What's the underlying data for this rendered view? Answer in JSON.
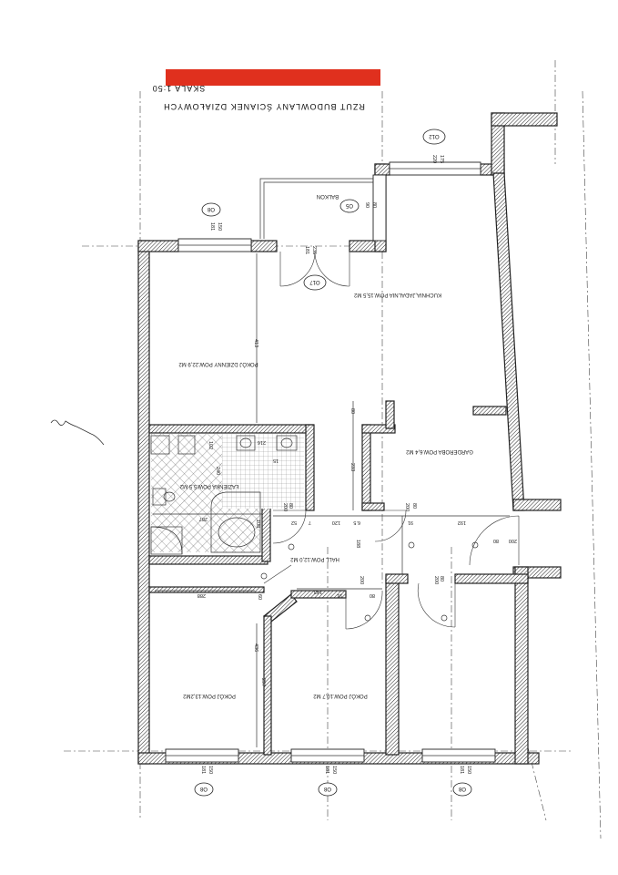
{
  "title": {
    "line1": "RZUT BUDOWLANY ŚCIANEK DZIAŁOWYCH",
    "line2": "SKALA 1:50"
  },
  "colors": {
    "accent_bar": "#e0301e",
    "walls": "#222222",
    "tiles": "#555555"
  },
  "rooms": {
    "kuchnia": "KUCHNIA,JADALNIA POW.15,5 M2",
    "balkon": "BALKON",
    "pokoj_dzienny": "POKÓJ DZIENNY POW.22,9 M2",
    "garderoba": "GARDEROBA POW.6,4 M2",
    "lazienka": "ŁAZIENKA POW.5,5 M2",
    "hall": "HALL POW.12,0 M2",
    "pokoj1": "POKÓJ POW.13,2M2",
    "pokoj2": "POKÓJ POW.10,7 M2"
  },
  "tags": {
    "o12": "O12",
    "o5": "O5",
    "o8_top": "O8",
    "o17": "O17",
    "o8_b1": "O8",
    "o8_b2": "O8",
    "o8_b3": "O8"
  },
  "dims": {
    "d220": "220",
    "d175": "175",
    "d181_top": "181",
    "d150_top": "150",
    "d90": "90",
    "d80a": "80",
    "d181_door": "181",
    "d235": "235",
    "d413": "413",
    "d80b": "80",
    "d233": "233",
    "d120": "120",
    "d65": "6.5",
    "d7": "7",
    "d52": "52",
    "d80c": "80",
    "d200a": "200",
    "d192": "192",
    "d91a": "91",
    "d200b": "200",
    "d80d": "80",
    "d188": "188",
    "d287": "287",
    "d108": "108",
    "d288": "288",
    "d143": "143",
    "d91b": "91",
    "d80e": "80",
    "d200c": "200",
    "d80f": "80",
    "d200d": "200",
    "d60": "60",
    "d436": "436",
    "d297": "297",
    "d181_b1": "181",
    "d150_b1": "150",
    "d181_b2": "181",
    "d150_b2": "150",
    "d181_b3": "181",
    "d150_b3": "150",
    "d200e": "200",
    "d80g": "80",
    "d216": "216",
    "d15": "15",
    "d102": "102",
    "d240": "240"
  }
}
